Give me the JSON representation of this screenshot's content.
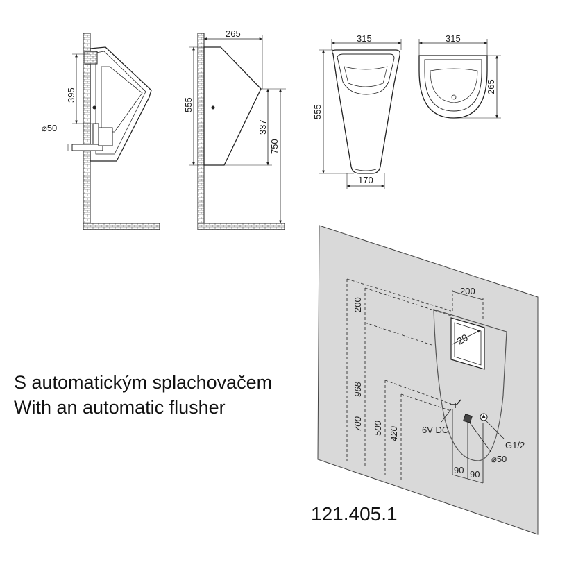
{
  "side_section": {
    "dim_395": "395",
    "dim_d50": "⌀50"
  },
  "side_view": {
    "dim_265": "265",
    "dim_555": "555",
    "dim_337": "337",
    "dim_750": "750"
  },
  "front_view": {
    "dim_315": "315",
    "dim_555": "555",
    "dim_170": "170"
  },
  "top_view": {
    "dim_315": "315",
    "dim_265": "265"
  },
  "installation": {
    "dim_200_top": "200",
    "dim_200_left": "200",
    "dim_20": "20",
    "dim_968": "968",
    "dim_700": "700",
    "dim_500": "500",
    "dim_420": "420",
    "label_6v": "6V DC",
    "label_g12": "G1/2",
    "label_d50": "⌀50",
    "dim_90_a": "90",
    "dim_90_b": "90"
  },
  "captions": {
    "czech": "S automatickým splachovačem",
    "english": "With an automatic flusher"
  },
  "product_code": "121.405.1",
  "colors": {
    "panel": "#d9d9d9",
    "line": "#222222",
    "frame": "#ffffff"
  }
}
